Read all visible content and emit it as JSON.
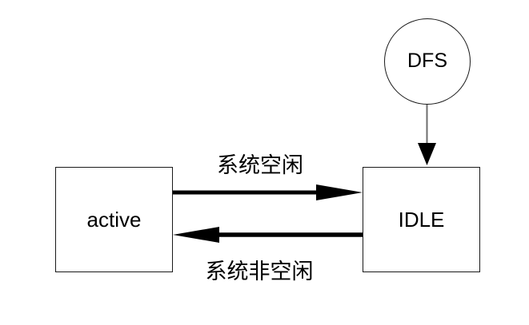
{
  "diagram": {
    "type": "state-diagram",
    "nodes": {
      "dfs": {
        "label": "DFS",
        "shape": "circle"
      },
      "active": {
        "label": "active",
        "shape": "rectangle"
      },
      "idle": {
        "label": "IDLE",
        "shape": "rectangle"
      }
    },
    "edges": {
      "active_to_idle": {
        "from": "active",
        "to": "idle",
        "label": "系统空闲",
        "direction": "right",
        "style": "thick-solid-arrow"
      },
      "idle_to_active": {
        "from": "idle",
        "to": "active",
        "label": "系统非空闲",
        "direction": "left",
        "style": "thick-solid-arrow"
      },
      "dfs_to_idle": {
        "from": "dfs",
        "to": "idle",
        "label": "",
        "direction": "down",
        "style": "thin-solid-arrow"
      }
    },
    "colors": {
      "background": "#ffffff",
      "node_fill": "#ffffff",
      "node_stroke": "#1a1a1a",
      "arrow": "#000000",
      "connector": "#6e6e6e",
      "text": "#000000"
    }
  }
}
